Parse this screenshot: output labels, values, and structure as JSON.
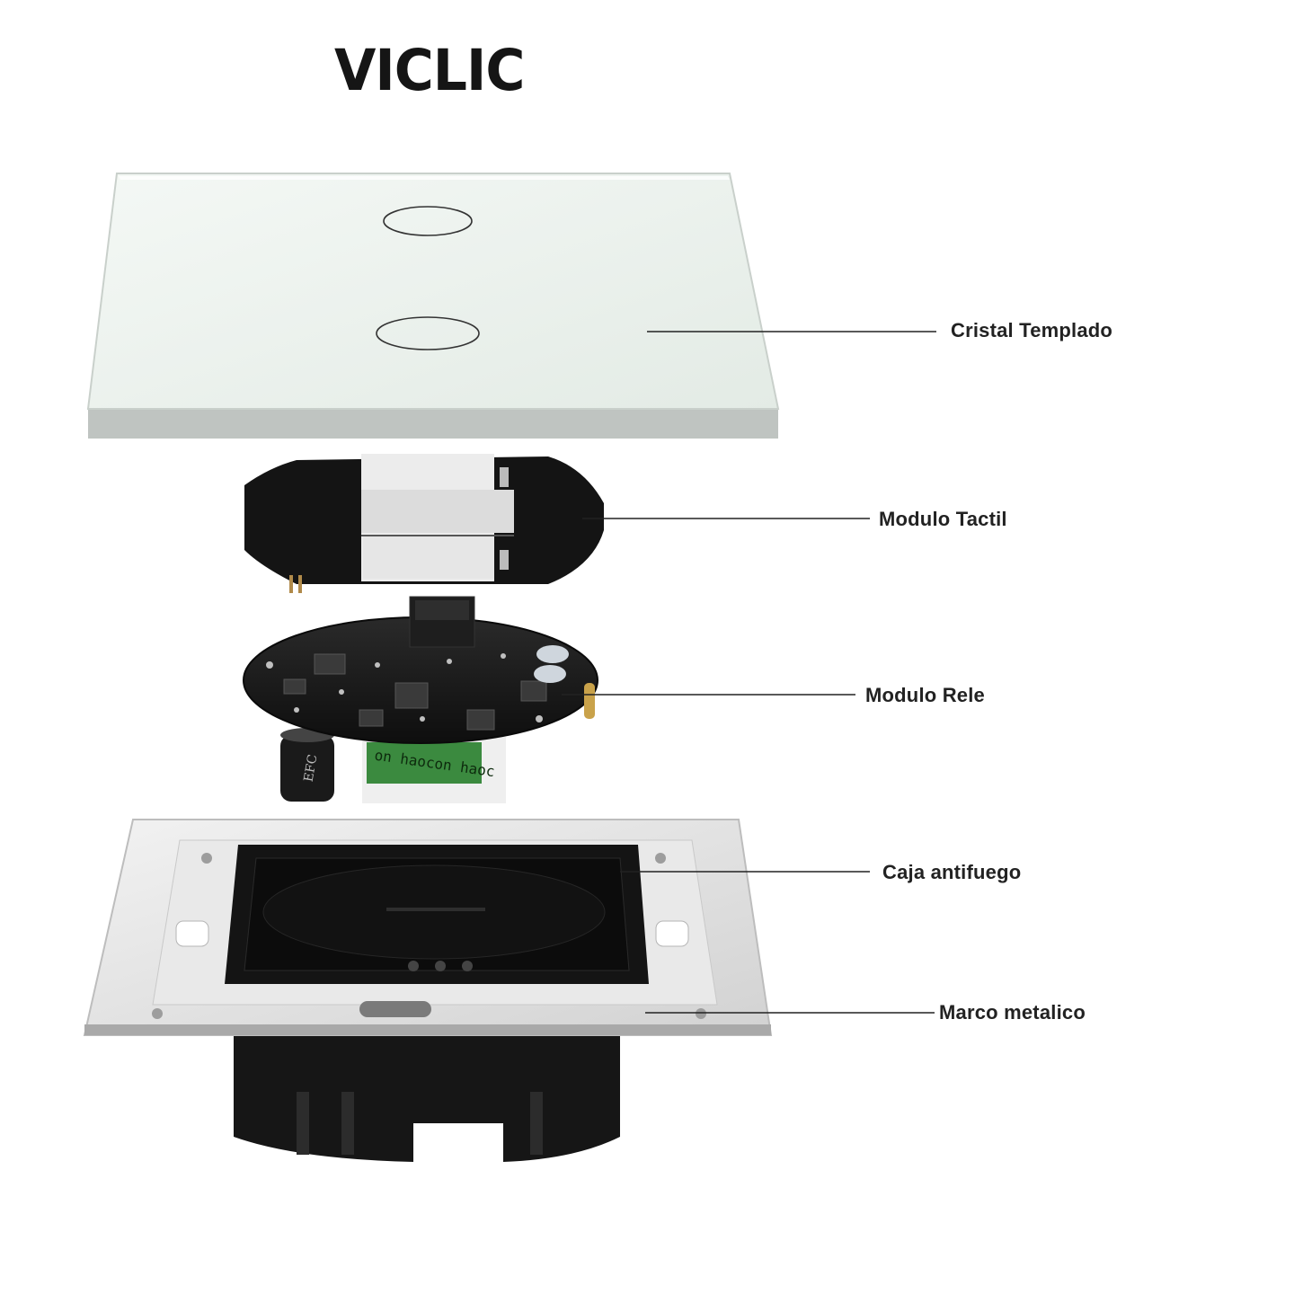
{
  "brand": {
    "logo_text": "VICLIC"
  },
  "components": [
    {
      "id": "glass",
      "label": "Cristal Templado"
    },
    {
      "id": "touch",
      "label": "Modulo Tactil"
    },
    {
      "id": "relay",
      "label": "Modulo Rele"
    },
    {
      "id": "box",
      "label": "Caja antifuego"
    },
    {
      "id": "frame",
      "label": "Marco metalico"
    }
  ],
  "pcb_markings": {
    "relay_sticker": "on haocon haoc",
    "capacitor_text": "EFC"
  },
  "colors": {
    "background": "#ffffff",
    "glass_panel": "#e8efe9",
    "pcb": "#1b1b1b",
    "metal_frame": "#d9d9d9",
    "leader_line": "#222222"
  }
}
